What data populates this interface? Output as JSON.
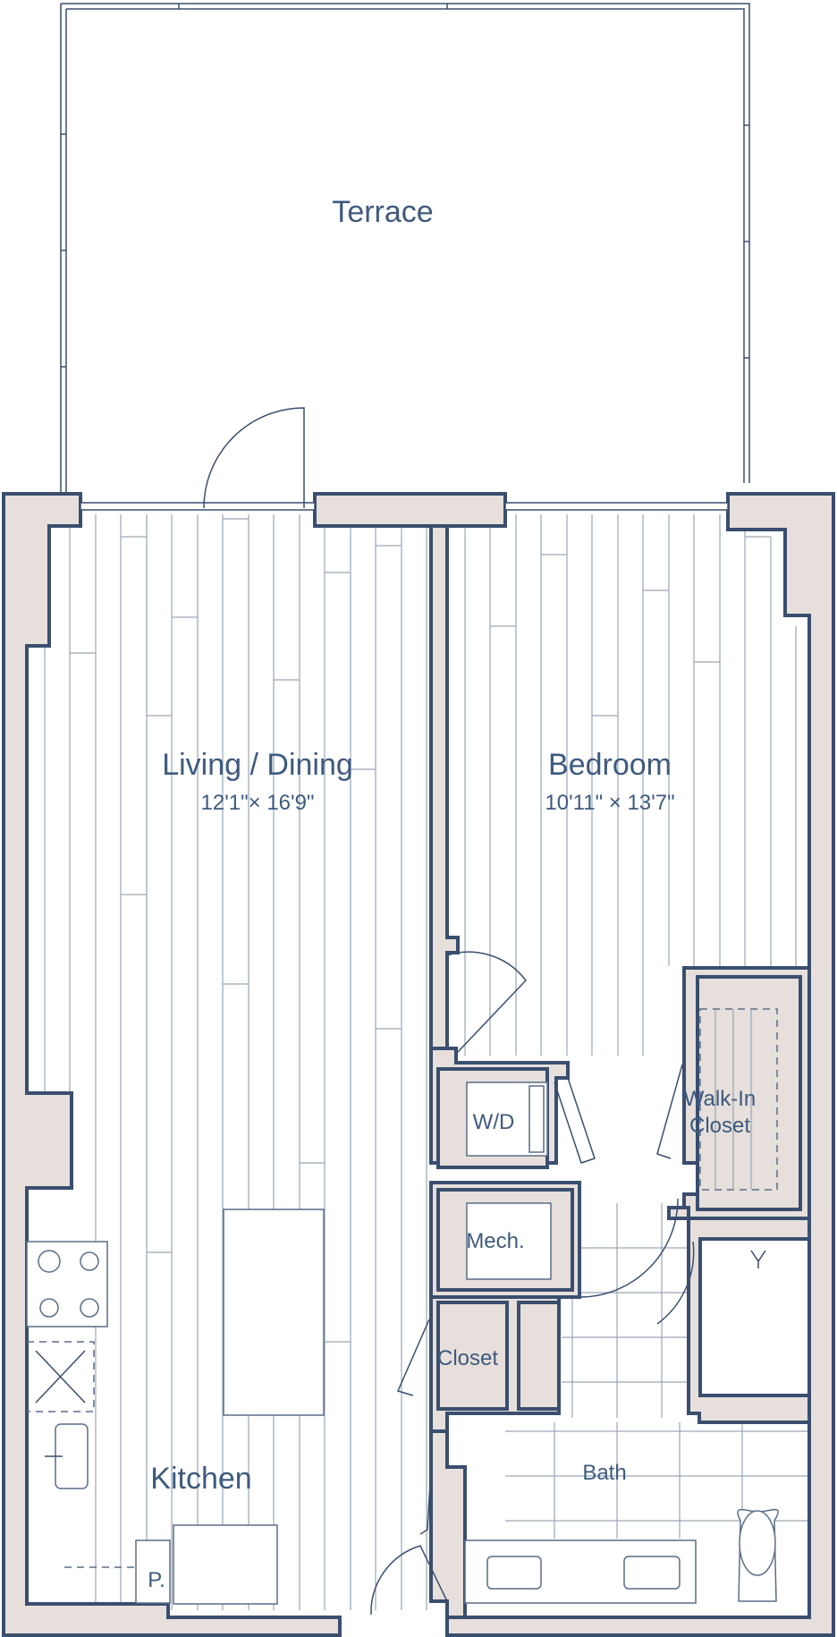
{
  "rooms": {
    "terrace": "Terrace",
    "living": "Living / Dining",
    "living_dim": "12'1\"× 16'9\"",
    "bedroom": "Bedroom",
    "bedroom_dim": "10'11\" × 13'7\"",
    "wd": "W/D",
    "walkin_1": "Walk-In",
    "walkin_2": "Closet",
    "mech": "Mech.",
    "closet": "Closet",
    "bath": "Bath",
    "kitchen": "Kitchen",
    "pantry": "P."
  },
  "colors": {
    "wall_fill": "#e6dfdb",
    "wall_stroke": "#3a4e6e",
    "text": "#3e5a7e"
  }
}
